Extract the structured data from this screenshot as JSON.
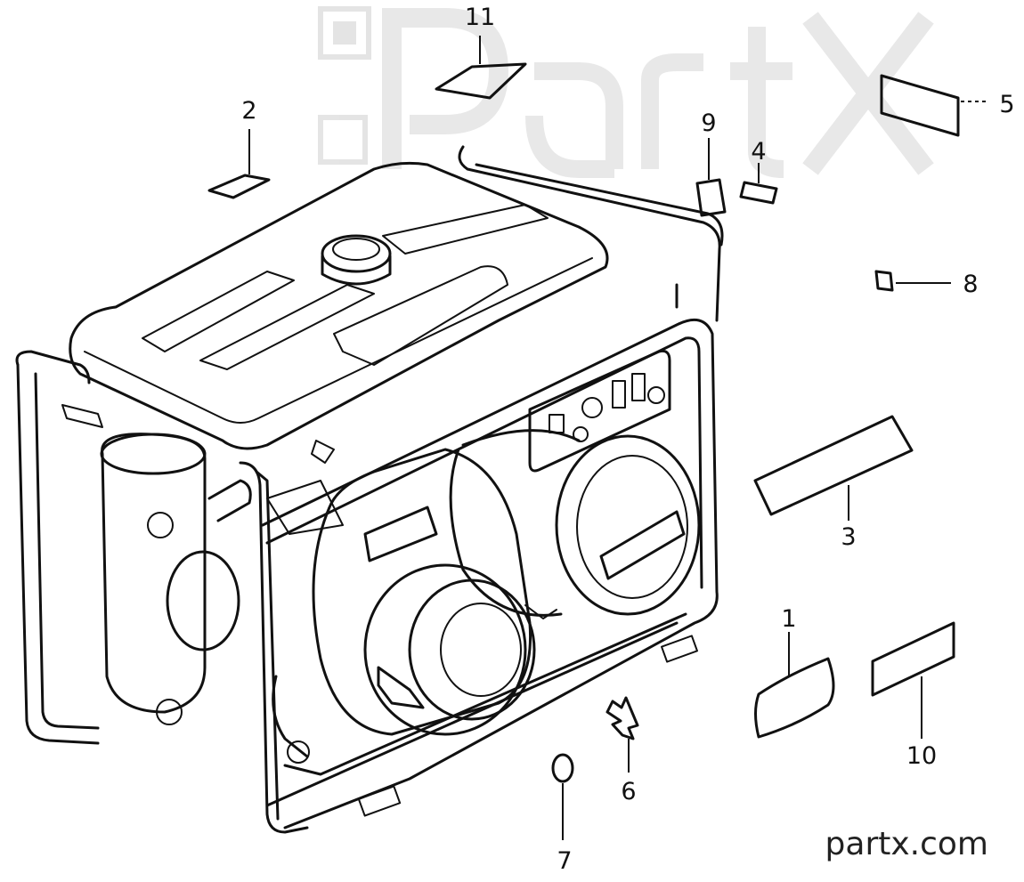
{
  "diagram": {
    "callouts": [
      {
        "id": "1",
        "label": "1"
      },
      {
        "id": "2",
        "label": "2"
      },
      {
        "id": "3",
        "label": "3"
      },
      {
        "id": "4",
        "label": "4"
      },
      {
        "id": "5",
        "label": "5"
      },
      {
        "id": "6",
        "label": "6"
      },
      {
        "id": "7",
        "label": "7"
      },
      {
        "id": "8",
        "label": "8"
      },
      {
        "id": "9",
        "label": "9"
      },
      {
        "id": "10",
        "label": "10"
      },
      {
        "id": "11",
        "label": "11"
      }
    ],
    "watermark_text": "Partx",
    "site_label": "partx.com"
  },
  "colors": {
    "ink": "#111111",
    "watermark": "#dddddd",
    "background": "#ffffff"
  }
}
